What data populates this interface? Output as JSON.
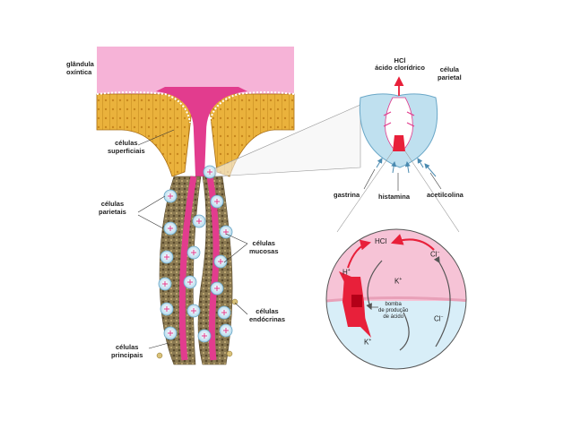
{
  "labels": {
    "gland_l1": "glândula",
    "gland_l2": "oxíntica",
    "superficial_l1": "células",
    "superficial_l2": "superficiais",
    "parietal_left_l1": "células",
    "parietal_left_l2": "parietais",
    "mucous_l1": "células",
    "mucous_l2": "mucosas",
    "endocrine_l1": "células",
    "endocrine_l2": "endócrinas",
    "chief_l1": "células",
    "chief_l2": "principais",
    "hcl_top": "HCl",
    "acid_name": "ácido clorídrico",
    "parietal_cell_l1": "célula",
    "parietal_cell_l2": "parietal",
    "gastrin": "gastrina",
    "histamine": "histamina",
    "acetylcholine": "acetilcolina",
    "pump_l1": "bomba",
    "pump_l2": "de produção",
    "pump_l3": "de ácido"
  },
  "ions": {
    "hcl": "HCl",
    "h_base": "H",
    "h_charge": "+",
    "k1_base": "K",
    "k1_charge": "+",
    "k2_base": "K",
    "k2_charge": "+",
    "cl1_base": "Cl",
    "cl1_charge": "−",
    "cl2_base": "Cl",
    "cl2_charge": "−"
  },
  "colors": {
    "lumen_pink": "#e23c8e",
    "mucosa_pink": "#f4a9d2",
    "surface_orange": "#e8a830",
    "cell_blue": "#bfe0ef",
    "acid_red": "#e8203a",
    "basal_brown": "#7b6a44"
  }
}
